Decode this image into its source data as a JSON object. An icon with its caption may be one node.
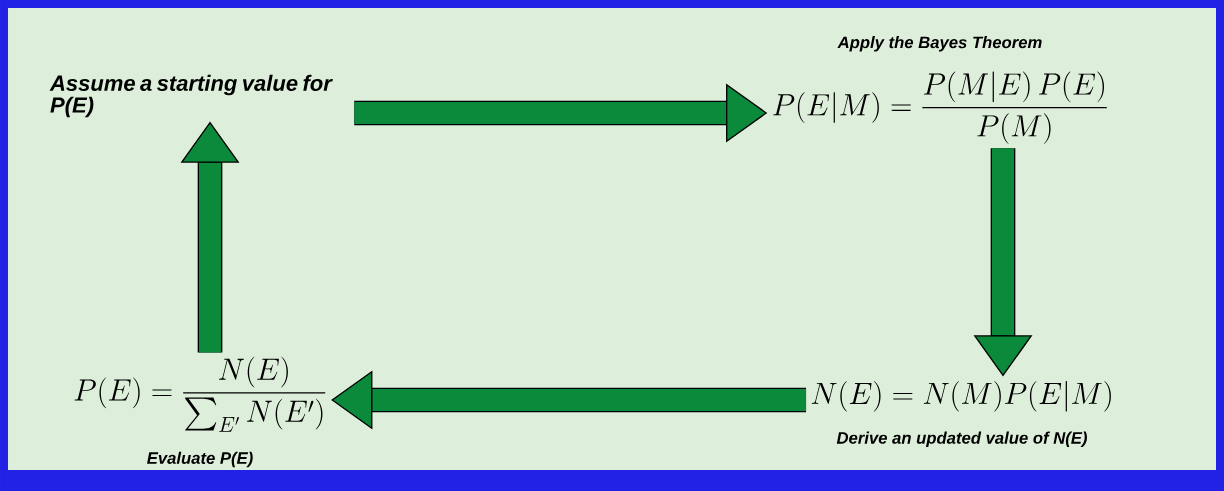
{
  "diagram": {
    "nodes": [
      {
        "text": [
          "Assume a starting value for P(E)"
        ]
      },
      {
        "text": [
          "Apply the Bayes Theorem",
          "P(E|M) = \\frac{P(M|E)\\,P(E)}{P(M)}"
        ]
      },
      {
        "text": [
          "N(E) = N(M)P(E|M)",
          "Derive an updated value of N(E)"
        ]
      },
      {
        "text": [
          "P(E) = \\frac{N(E)}{\\sum_{E'} N(E')}",
          "Evaluate P(E)"
        ]
      }
    ],
    "edges": [
      {
        "from": 0,
        "to": 1,
        "arrow": "to"
      },
      {
        "from": 1,
        "to": 2,
        "arrow": "to"
      },
      {
        "from": 2,
        "to": 3,
        "arrow": "to"
      },
      {
        "from": 3,
        "to": 0,
        "arrow": "to"
      }
    ]
  }
}
